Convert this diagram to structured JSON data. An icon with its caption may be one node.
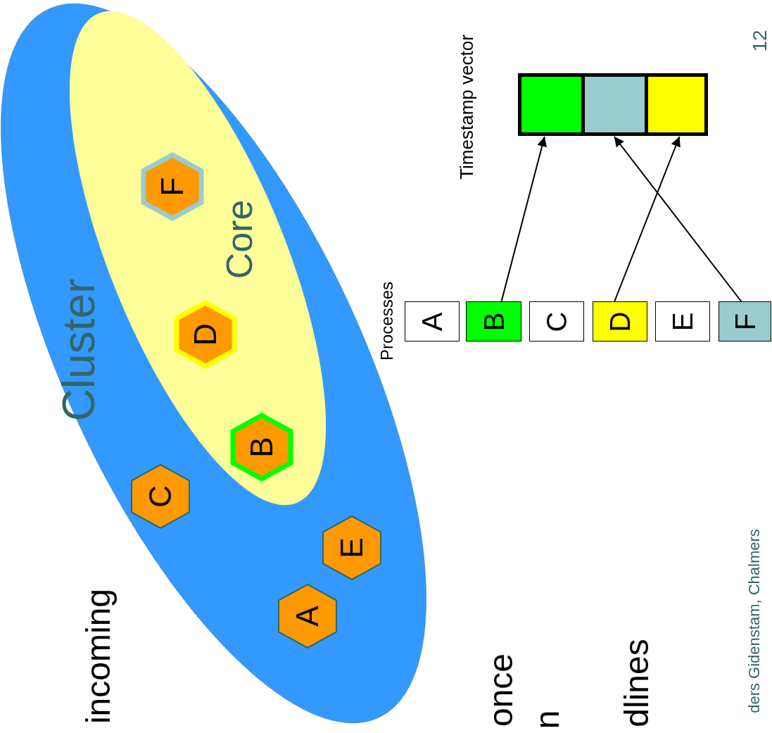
{
  "diagram": {
    "nodes": [
      {
        "text": [
          "Cluster"
        ]
      },
      {
        "text": [
          "Core"
        ],
        "in": 0
      },
      {
        "text": [
          "F"
        ],
        "in": 1
      },
      {
        "text": [
          "D"
        ],
        "in": 1
      },
      {
        "text": [
          "B"
        ],
        "in": 1
      },
      {
        "text": [
          "C"
        ],
        "in": 0
      },
      {
        "text": [
          "E"
        ],
        "in": 0
      },
      {
        "text": [
          "A"
        ],
        "in": 0
      },
      {
        "text": [
          "A"
        ]
      },
      {
        "text": [
          "B"
        ]
      },
      {
        "text": [
          "C"
        ]
      },
      {
        "text": [
          "D"
        ]
      },
      {
        "text": [
          "E"
        ]
      },
      {
        "text": [
          "F"
        ]
      },
      {
        "text": [],
        "shape": "box"
      },
      {
        "text": [],
        "shape": "box"
      },
      {
        "text": [],
        "shape": "box"
      }
    ],
    "edges": [
      {
        "from": 9,
        "to": 14,
        "arrow": "to"
      },
      {
        "from": 11,
        "to": 16,
        "arrow": "to"
      },
      {
        "from": 13,
        "to": 15,
        "arrow": "to"
      }
    ],
    "labels": [
      "incoming",
      "Processes",
      "Timestamp vector",
      "12",
      "once",
      "n",
      "dlines",
      "ders Gidenstam, Chalmers"
    ]
  }
}
